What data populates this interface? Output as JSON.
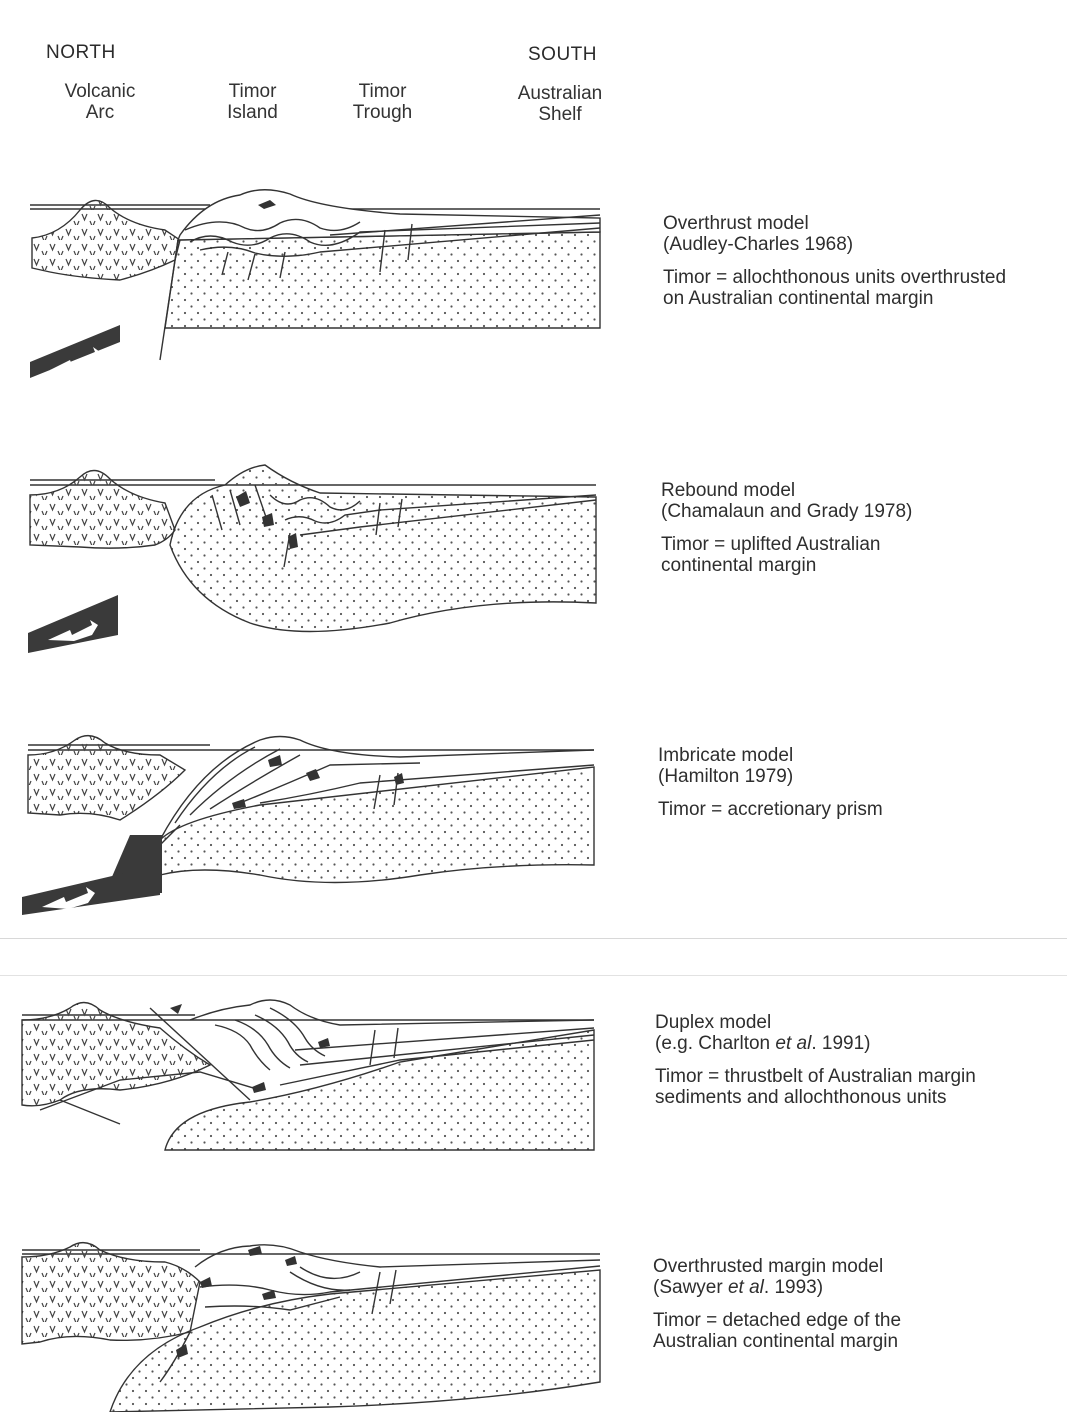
{
  "header": {
    "north": "NORTH",
    "south": "SOUTH",
    "columns": [
      {
        "line1": "Volcanic",
        "line2": "Arc"
      },
      {
        "line1": "Timor",
        "line2": "Island"
      },
      {
        "line1": "Timor",
        "line2": "Trough"
      },
      {
        "line1": "Australian",
        "line2": "Shelf"
      }
    ]
  },
  "models": [
    {
      "title": "Overthrust model",
      "citation": "(Audley-Charles 1968)",
      "interpretation_1": "Timor = allochthonous units overthrusted",
      "interpretation_2": "on Australian continental margin"
    },
    {
      "title": "Rebound model",
      "citation": "(Chamalaun and Grady 1978)",
      "interpretation_1": "Timor = uplifted Australian",
      "interpretation_2": "continental margin"
    },
    {
      "title": "Imbricate model",
      "citation": "(Hamilton 1979)",
      "interpretation_1": "Timor = accretionary prism",
      "interpretation_2": ""
    },
    {
      "title": "Duplex model",
      "citation_pre": "(e.g. Charlton ",
      "citation_em": "et al",
      "citation_post": ". 1991)",
      "interpretation_1": "Timor = thrustbelt of Australian margin",
      "interpretation_2": "sediments and allochthonous units"
    },
    {
      "title": "Overthrusted margin model",
      "citation_pre": "(Sawyer ",
      "citation_em": "et al",
      "citation_post": ". 1993)",
      "interpretation_1": "Timor = detached edge of the",
      "interpretation_2": "Australian continental margin"
    }
  ],
  "colors": {
    "line": "#333333",
    "arrow_fill": "#3a3a3a",
    "paper": "#ffffff"
  }
}
